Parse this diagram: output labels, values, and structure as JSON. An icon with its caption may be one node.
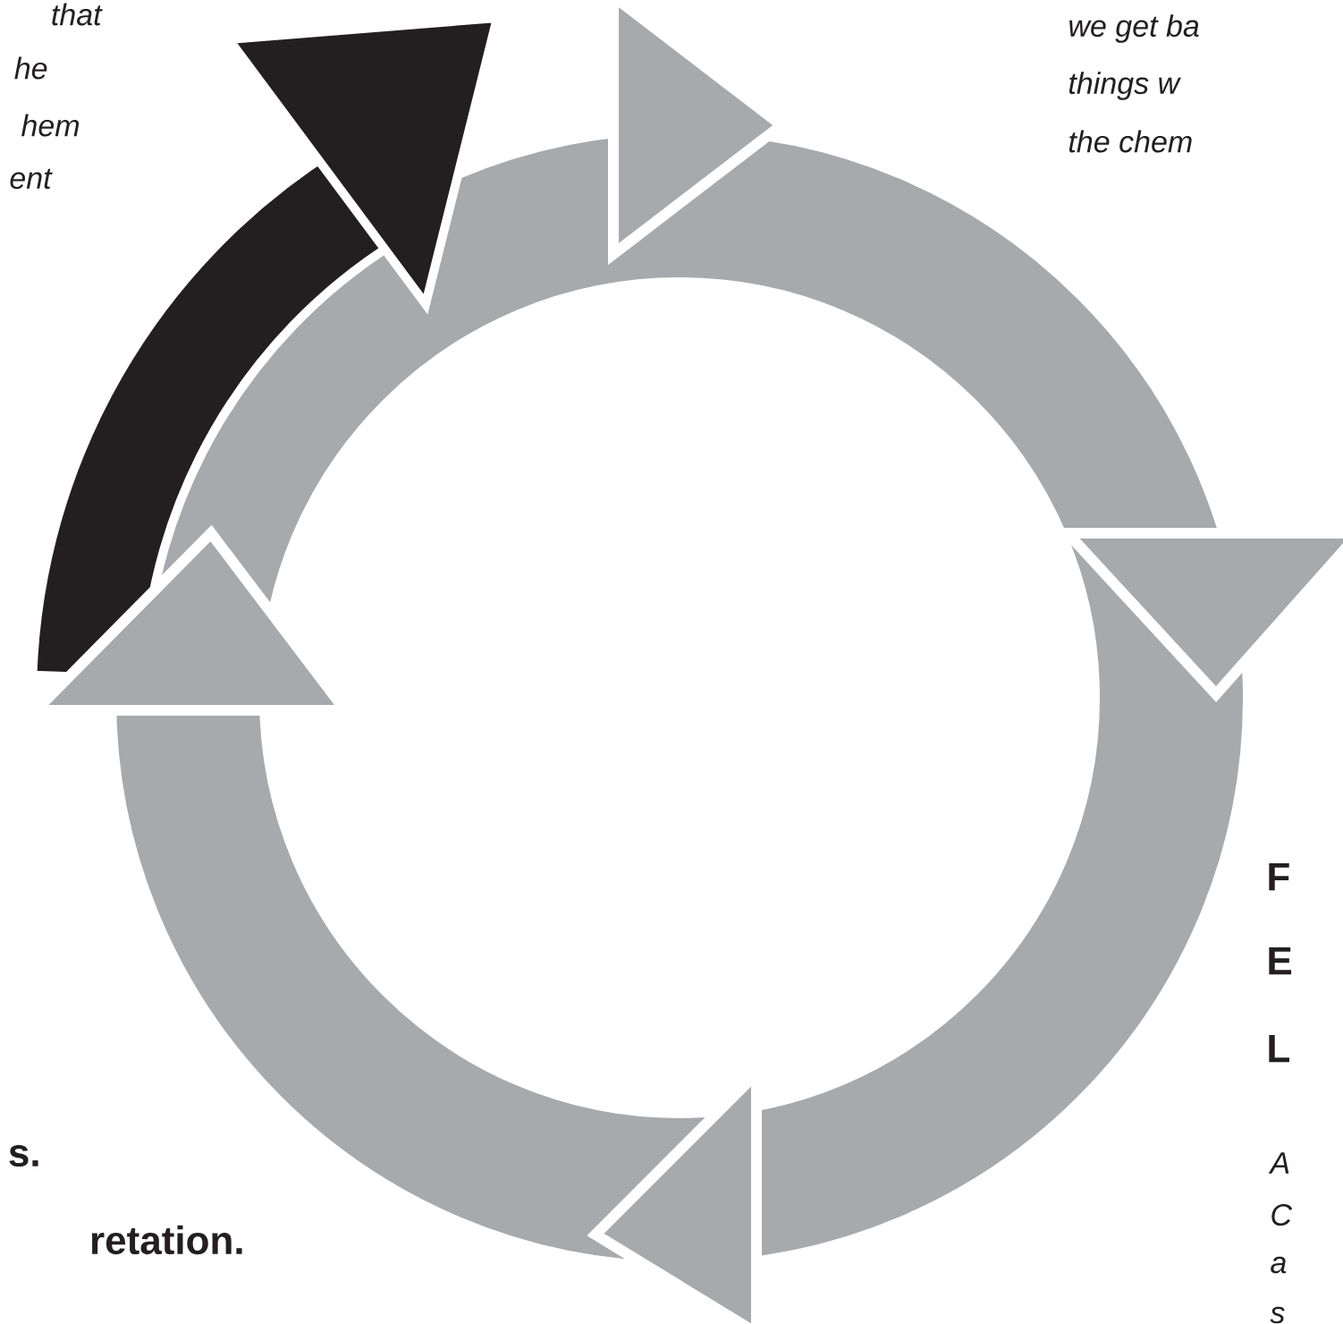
{
  "diagram": {
    "labels": [
      "that",
      "he",
      "hem",
      "ent",
      "we get ba",
      "things w",
      "the chem",
      "F",
      "E",
      "L",
      "A",
      "C",
      "a",
      "s",
      "s.",
      "retation."
    ]
  }
}
